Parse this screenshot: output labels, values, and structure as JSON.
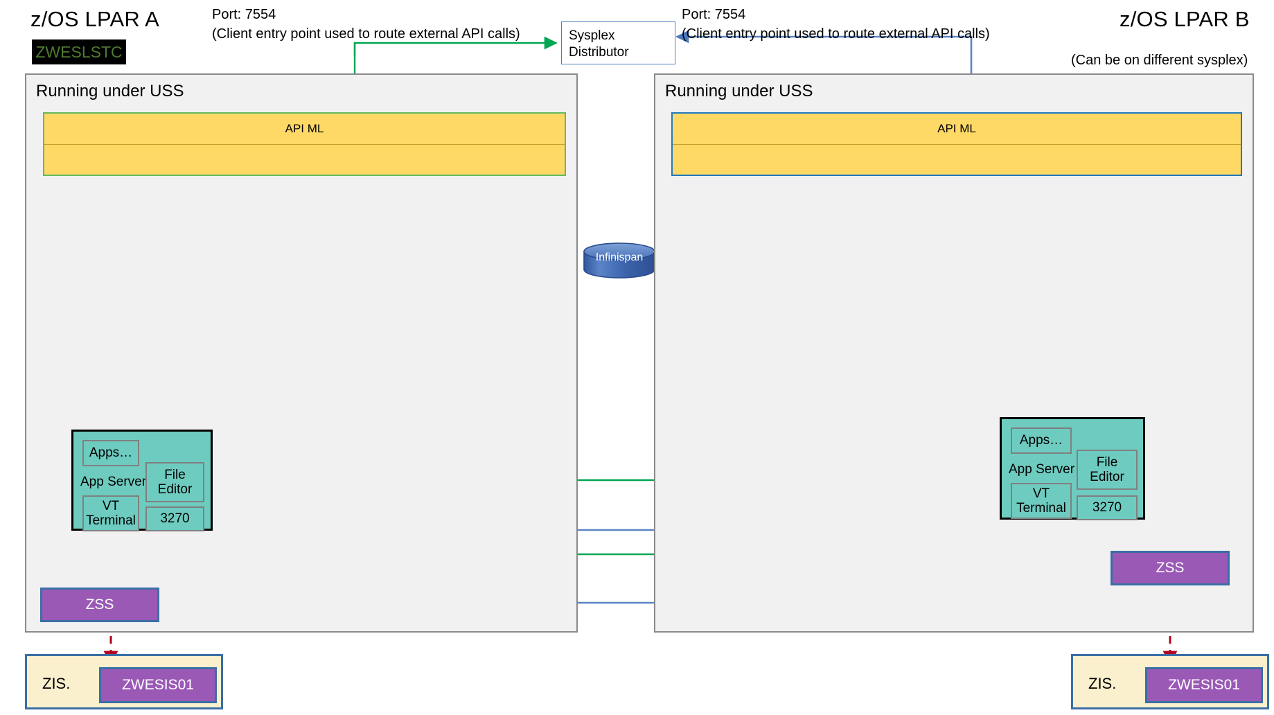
{
  "diagram": {
    "title_left": "z/OS LPAR A",
    "title_right": "z/OS LPAR B",
    "right_subnote": "(Can be on different sysplex)",
    "stc_badge": "ZWESLSTC",
    "port_note_left_line1": "Port: 7554",
    "port_note_left_line2": "(Client entry point used to route external API calls)",
    "port_note_right_line1": "Port: 7554",
    "port_note_right_line2": "(Client entry point used to route external API calls)",
    "sysplex_line1": "Sysplex",
    "sysplex_line2": "Distributor",
    "cache_label": "Infinispan",
    "uss_label_left": "Running under USS",
    "uss_label_right": "Running under USS",
    "apiml_label_left": "API ML",
    "apiml_label_right": "API ML",
    "appserver_left": {
      "apps": "Apps…",
      "name": "App Server",
      "file_editor": "File\nEditor",
      "file_editor_l1": "File",
      "file_editor_l2": "Editor",
      "vt_l1": "VT",
      "vt_l2": "Terminal",
      "tn3270": "3270"
    },
    "appserver_right": {
      "apps": "Apps…",
      "name": "App Server",
      "file_editor_l1": "File",
      "file_editor_l2": "Editor",
      "vt_l1": "VT",
      "vt_l2": "Terminal",
      "tn3270": "3270"
    },
    "zss_left": "ZSS",
    "zss_right": "ZSS",
    "zis_left_label": "ZIS.",
    "zis_right_label": "ZIS.",
    "zwesis_left": "ZWESIS01",
    "zwesis_right": "ZWESIS01"
  },
  "colors": {
    "apiml_fill": "#ffd966",
    "appserver_fill": "#6ecbc0",
    "zss_fill": "#9b59b6",
    "zis_fill": "#fbf0cd",
    "cache_fill": "#3a66ab",
    "green_arrow": "#00a651",
    "blue_arrow": "#5b84c4",
    "red_dashed": "#b00020",
    "uss_fill": "#f1f1f1",
    "stc_text": "#4e7b30"
  }
}
